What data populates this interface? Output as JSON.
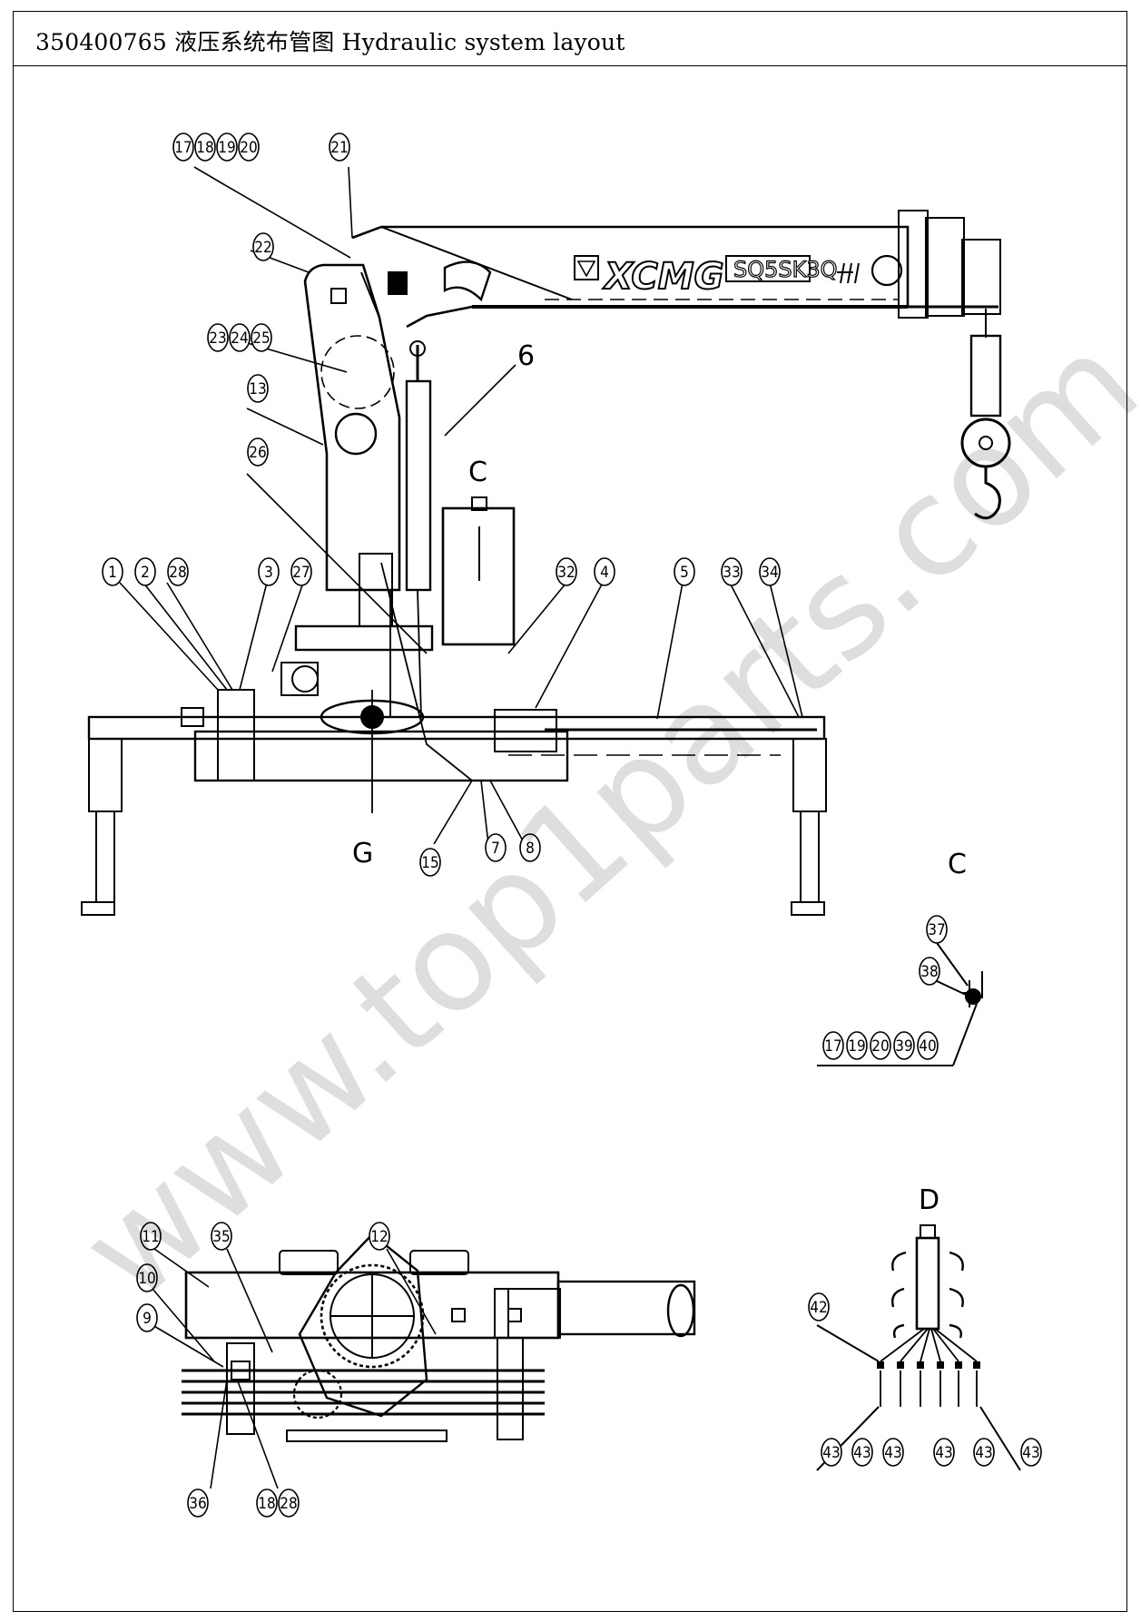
{
  "header": {
    "title": "350400765 液压系统布管图  Hydraulic system layout"
  },
  "logo": {
    "brand": "XCMG",
    "model": "SQ5SK3Q"
  },
  "views": {
    "view_c_top": "C",
    "view_c_detail": "C",
    "view_d_detail": "D",
    "section_g": "G"
  },
  "callouts": {
    "c17": "17",
    "c18": "18",
    "c19": "19",
    "c20": "20",
    "c21": "21",
    "c22": "22",
    "c23": "23",
    "c24": "24",
    "c25": "25",
    "c13": "13",
    "c6": "6",
    "c26": "26",
    "c1": "1",
    "c2": "2",
    "c28": "28",
    "c3": "3",
    "c27": "27",
    "c32": "32",
    "c4": "4",
    "c5": "5",
    "c33": "33",
    "c34": "34",
    "c15": "15",
    "c7": "7",
    "c8": "8",
    "c37": "37",
    "c38": "38",
    "cd17": "17",
    "cd19": "19",
    "cd20": "20",
    "c39": "39",
    "c40": "40",
    "c11": "11",
    "c35": "35",
    "c12": "12",
    "c10": "10",
    "c9": "9",
    "c36": "36",
    "cb18": "18",
    "cb28": "28",
    "c42": "42",
    "c43a": "43",
    "c43b": "43",
    "c43c": "43",
    "c43d": "43",
    "c43e": "43",
    "c43f": "43"
  },
  "watermark": "www.top1parts.com"
}
